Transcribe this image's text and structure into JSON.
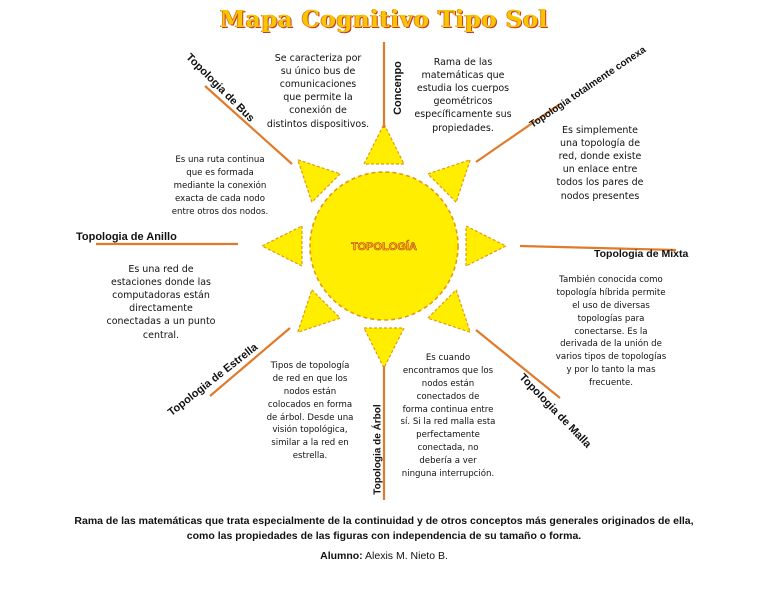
{
  "title": "Mapa Cognitivo Tipo Sol",
  "center": {
    "label": "TOPOLOGÍA"
  },
  "colors": {
    "sun": "#ffee00",
    "sun_stroke": "#e39a10",
    "ray_line": "#e07b2c",
    "title": "#f7c600"
  },
  "branches": {
    "concepto": {
      "label": "Concenpo",
      "left_text": "Se caracteriza por\nsu único bus de\ncomunicaciones\nque permite la\nconexión de\ndistintos dispositivos.",
      "right_text": "Rama de las\nmatemáticas que\nestudia los cuerpos\ngeométricos\nespecíficamente sus\npropiedades."
    },
    "bus": {
      "label": "Topologia de Bus",
      "text": "Es una ruta continua\nque es formada\nmediante la conexión\nexacta de cada nodo\nentre otros dos nodos."
    },
    "conexa": {
      "label": "Topologia totalmente conexa",
      "text": "Es simplemente\nuna topología de\nred, donde existe\nun enlace entre\ntodos los pares de\nnodos presentes"
    },
    "anillo": {
      "label": "Topologia de Anillo",
      "text": "Es una red de\nestaciones donde las\ncomputadoras están\ndirectamente\nconectadas a un punto\ncentral."
    },
    "mixta": {
      "label": "Topologia de Mixta",
      "text": "También conocida como\ntopología híbrida permite\nel uso de diversas\ntopologías para\nconectarse. Es la\nderivada de la unión de\nvarios tipos de topologías\ny por lo tanto la mas\nfrecuente."
    },
    "estrella": {
      "label": "Topologia de Estrella",
      "text": "Tipos de topología\nde red en que los\nnodos están\ncolocados en forma\nde árbol. Desde una\nvisión topológica,\nsimilar a la red en\nestrella."
    },
    "arbol": {
      "label": "Topologia de Árbol",
      "text": ""
    },
    "malla": {
      "label": "Topologia de Malla",
      "text": "Es cuando\nencontramos que los\nnodos están\nconectados de\nforma continua entre\nsí. Si la red malla esta\nperfectamente\nconectada, no\ndebería a ver\nninguna interrupción."
    }
  },
  "footer": {
    "definition": "Rama de las matemáticas que trata especialmente de la continuidad y de otros conceptos más generales originados de ella, como las propiedades de las figuras con independencia de su tamaño o forma.",
    "author_label": "Alumno:",
    "author_name": "Alexis M. Nieto B."
  }
}
